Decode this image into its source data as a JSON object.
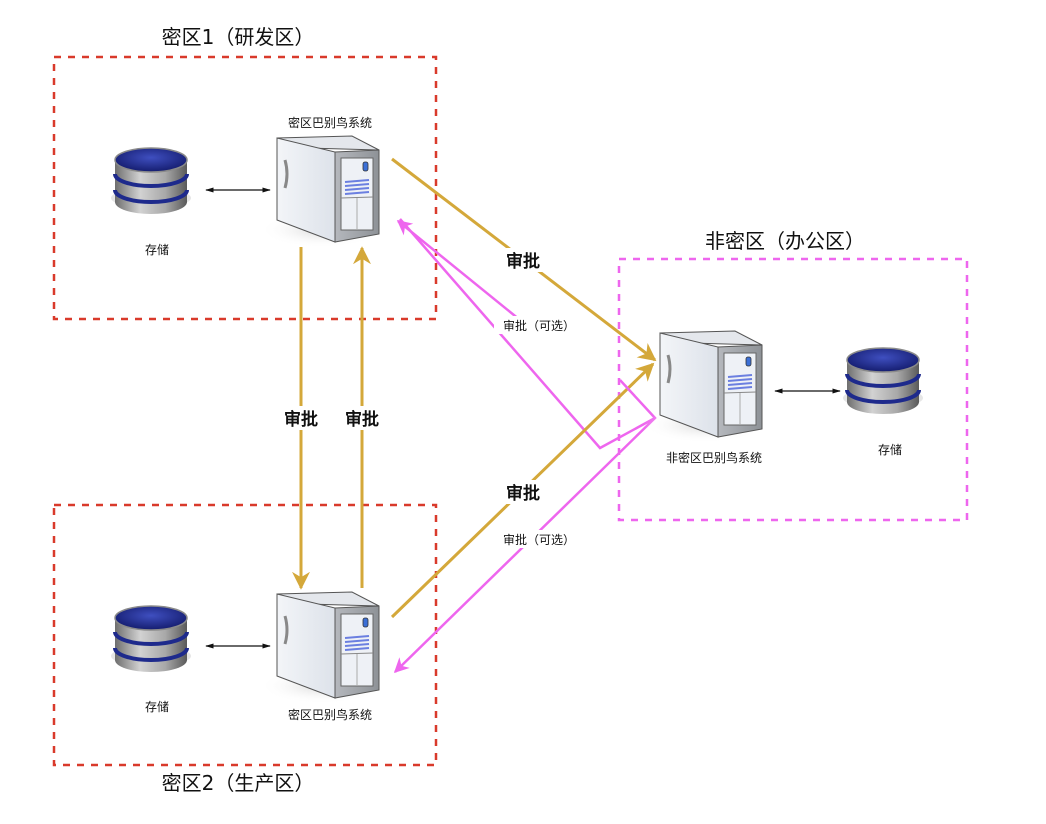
{
  "colors": {
    "secure_zone_border": "#d93a2b",
    "office_zone_border": "#ee66ee",
    "approval_edge": "#d4a83a",
    "optional_edge": "#ee66ee",
    "link_edge": "#111111",
    "disk_top": "#1e2a8c",
    "disk_body": "#9a9a9a"
  },
  "zones": {
    "zone1": {
      "title": "密区1（研发区）"
    },
    "zone2": {
      "title": "密区2（生产区）"
    },
    "office": {
      "title": "非密区（办公区）"
    }
  },
  "nodes": {
    "zone1_storage": {
      "label": "存储",
      "icon": "database-icon"
    },
    "zone1_server": {
      "label": "密区巴别鸟系统",
      "icon": "server-icon"
    },
    "zone2_storage": {
      "label": "存储",
      "icon": "database-icon"
    },
    "zone2_server": {
      "label": "密区巴别鸟系统",
      "icon": "server-icon"
    },
    "office_server": {
      "label": "非密区巴别鸟系统",
      "icon": "server-icon"
    },
    "office_storage": {
      "label": "存储",
      "icon": "database-icon"
    }
  },
  "edges": {
    "zone1_to_office": {
      "label": "审批"
    },
    "office_to_zone1_optional": {
      "label": "审批（可选）"
    },
    "zone2_to_office": {
      "label": "审批"
    },
    "office_to_zone2_optional": {
      "label": "审批（可选）"
    },
    "zone1_to_zone2": {
      "label": "审批"
    },
    "zone2_to_zone1": {
      "label": "审批"
    }
  }
}
